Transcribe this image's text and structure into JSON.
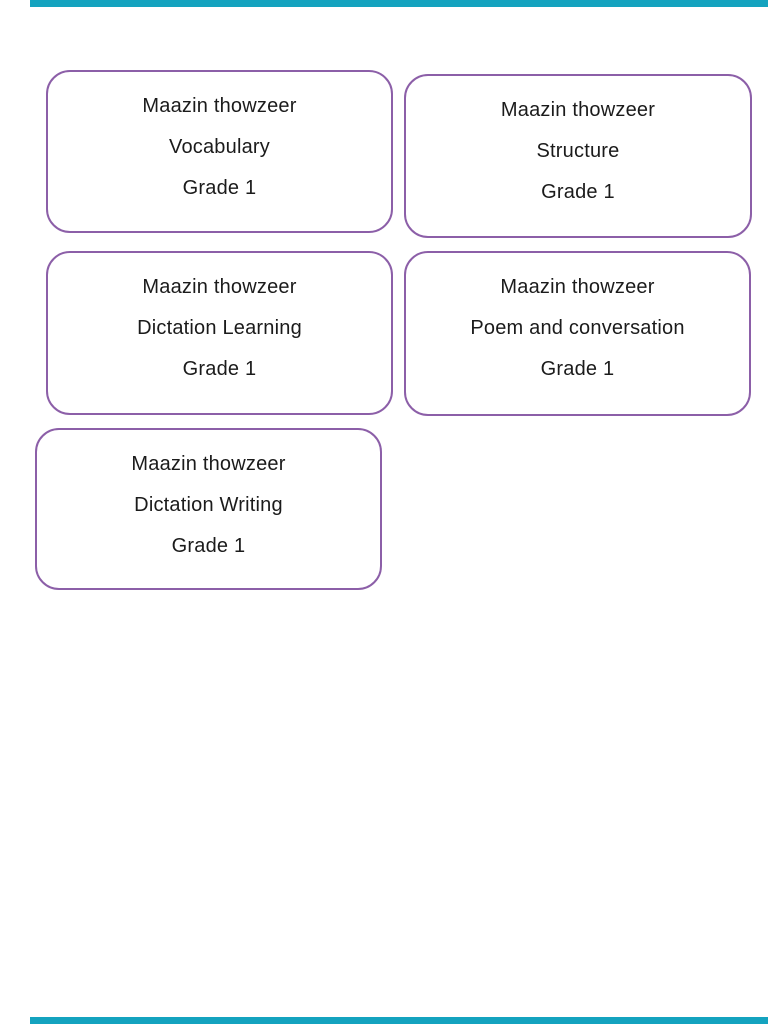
{
  "page": {
    "background_color": "#ffffff"
  },
  "decor": {
    "top_bar_color": "#14a3bf",
    "bottom_bar_color": "#14a3bf"
  },
  "colors": {
    "card_border": "#8c5fa8",
    "text": "#1b1b1b"
  },
  "cards": [
    {
      "lines": [
        "Maazin thowzeer",
        "Vocabulary",
        "Grade 1"
      ]
    },
    {
      "lines": [
        "Maazin thowzeer",
        "Structure",
        "Grade 1"
      ]
    },
    {
      "lines": [
        "Maazin thowzeer",
        "Dictation Learning",
        "Grade 1"
      ]
    },
    {
      "lines": [
        "Maazin thowzeer",
        "Poem and conversation",
        "Grade 1"
      ]
    },
    {
      "lines": [
        "Maazin thowzeer",
        "Dictation Writing",
        "Grade 1"
      ]
    }
  ]
}
